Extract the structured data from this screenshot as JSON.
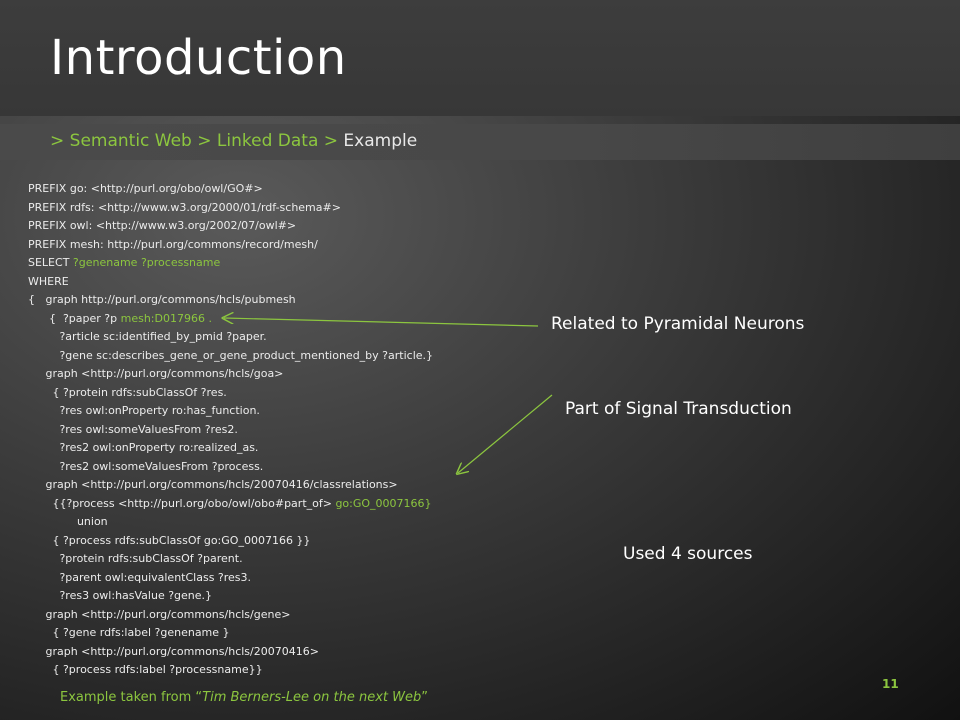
{
  "slide": {
    "title": "Introduction",
    "breadcrumb": {
      "path": "> Semantic Web > Linked Data > ",
      "current": "Example"
    },
    "code": {
      "l1": "PREFIX go: <http://purl.org/obo/owl/GO#>",
      "l2": "PREFIX rdfs: <http://www.w3.org/2000/01/rdf-schema#>",
      "l3": "PREFIX owl: <http://www.w3.org/2002/07/owl#>",
      "l4": "PREFIX mesh: http://purl.org/commons/record/mesh/",
      "l5_a": "SELECT ",
      "l5_b": "?genename ?processname",
      "l6": "WHERE",
      "l7": "{   graph http://purl.org/commons/hcls/pubmesh",
      "l8_a": "      {  ?paper ?p ",
      "l8_b": "mesh:D017966 .",
      "l9": "         ?article sc:identified_by_pmid ?paper.",
      "l10": "         ?gene sc:describes_gene_or_gene_product_mentioned_by ?article.}",
      "l11": "     graph <http://purl.org/commons/hcls/goa>",
      "l12": "       { ?protein rdfs:subClassOf ?res.",
      "l13": "         ?res owl:onProperty ro:has_function.",
      "l14": "         ?res owl:someValuesFrom ?res2.",
      "l15": "         ?res2 owl:onProperty ro:realized_as.",
      "l16": "         ?res2 owl:someValuesFrom ?process.",
      "l17": "     graph <http://purl.org/commons/hcls/20070416/classrelations>",
      "l18_a": "       {{?process <http://purl.org/obo/owl/obo#part_of> ",
      "l18_b": "go:GO_0007166}",
      "l19": "              union",
      "l20": "       { ?process rdfs:subClassOf go:GO_0007166 }}",
      "l21": "         ?protein rdfs:subClassOf ?parent.",
      "l22": "         ?parent owl:equivalentClass ?res3.",
      "l23": "         ?res3 owl:hasValue ?gene.}",
      "l24": "     graph <http://purl.org/commons/hcls/gene>",
      "l25": "       { ?gene rdfs:label ?genename }",
      "l26": "     graph <http://purl.org/commons/hcls/20070416>",
      "l27": "       { ?process rdfs:label ?processname}}"
    },
    "callouts": {
      "pyramidal": "Related to Pyramidal Neurons",
      "signal": "Part of Signal Transduction",
      "sources": "Used 4 sources"
    },
    "footer": {
      "note_prefix": "Example taken from “",
      "note_italic": "Tim Berners-Lee on the next Web",
      "note_suffix": "”",
      "page_number": "11"
    },
    "colors": {
      "accent_green": "#8cc63f",
      "title_text": "#ffffff"
    }
  }
}
